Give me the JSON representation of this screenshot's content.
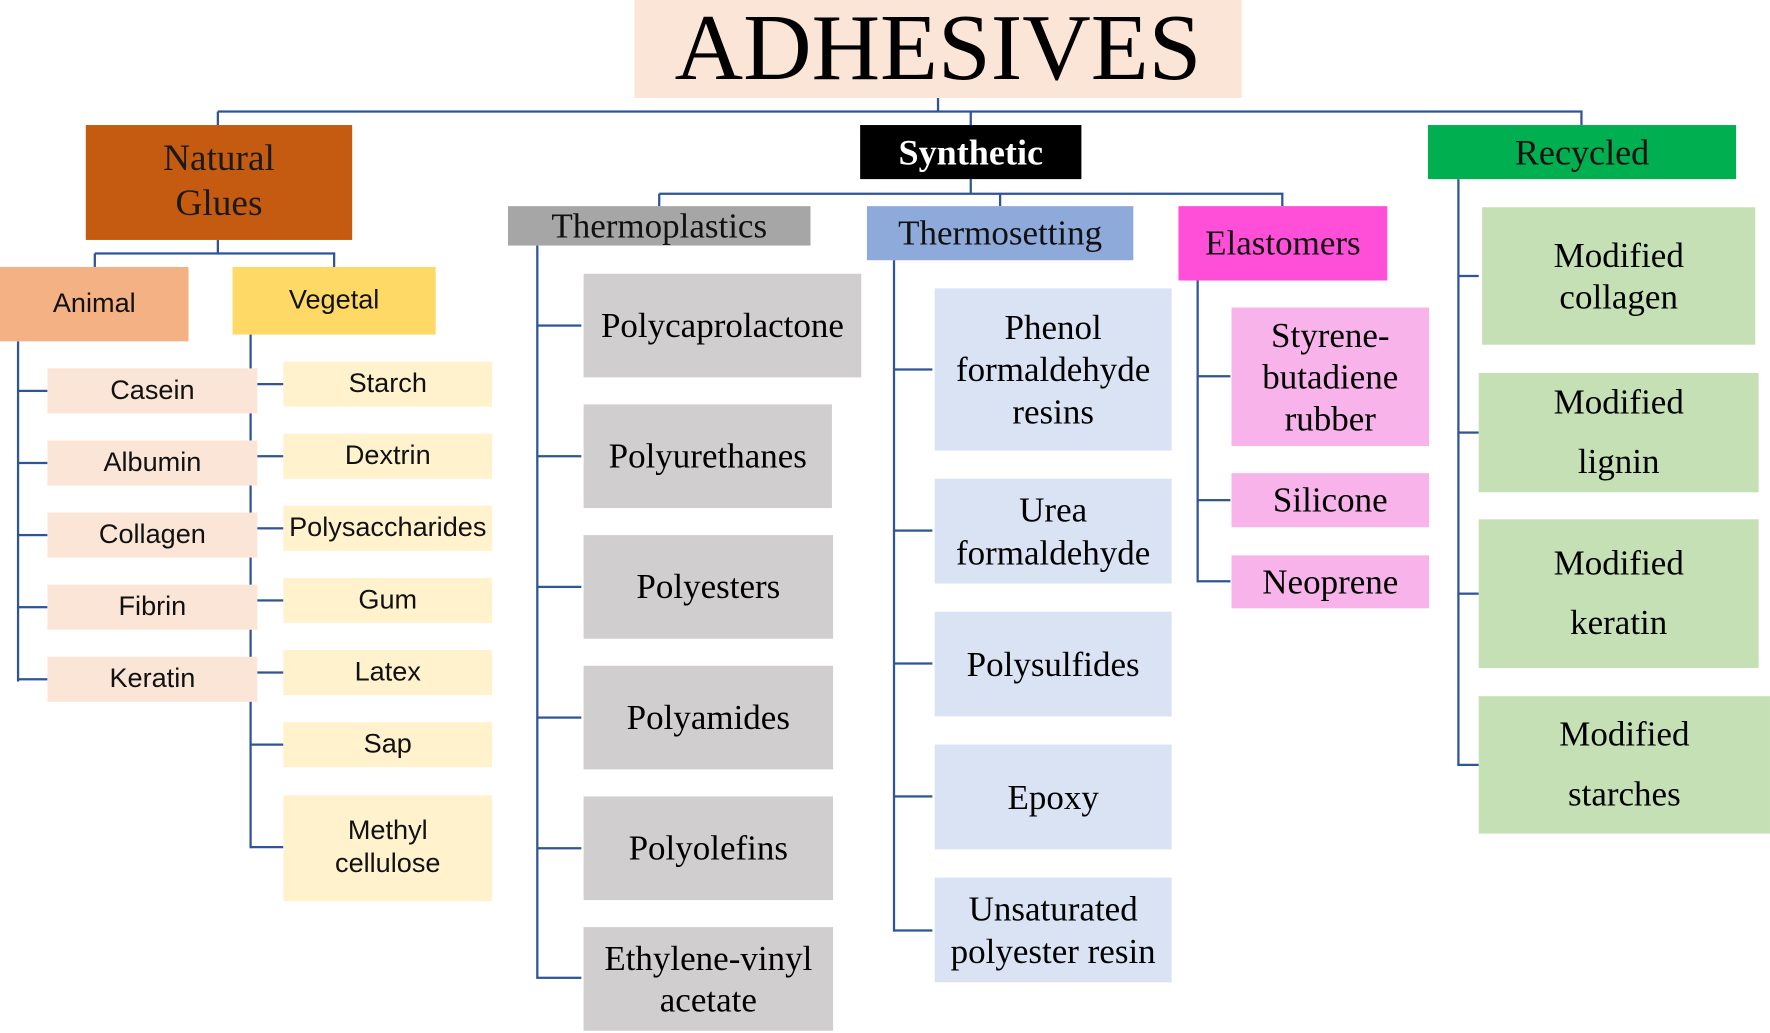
{
  "title": "ADHESIVES",
  "natural": {
    "label": "Natural Glues",
    "animal": {
      "label": "Animal",
      "items": [
        "Casein",
        "Albumin",
        "Collagen",
        "Fibrin",
        "Keratin"
      ]
    },
    "vegetal": {
      "label": "Vegetal",
      "items": [
        "Starch",
        "Dextrin",
        "Polysaccharides",
        "Gum",
        "Latex",
        "Sap",
        "Methyl cellulose"
      ]
    }
  },
  "synthetic": {
    "label": "Synthetic",
    "thermoplastics": {
      "label": "Thermoplastics",
      "items": [
        "Polycaprolactone",
        "Polyurethanes",
        "Polyesters",
        "Polyamides",
        "Polyolefins",
        "Ethylene-vinyl acetate"
      ]
    },
    "thermosetting": {
      "label": "Thermosetting",
      "items": [
        "Phenol formaldehyde resins",
        "Urea formaldehyde",
        "Polysulfides",
        "Epoxy",
        "Unsaturated polyester resin"
      ]
    },
    "elastomers": {
      "label": "Elastomers",
      "items": [
        "Styrene-butadiene rubber",
        "Silicone",
        "Neoprene"
      ]
    }
  },
  "recycled": {
    "label": "Recycled",
    "items": [
      "Modified collagen",
      "Modified lignin",
      "Modified keratin",
      "Modified starches"
    ]
  },
  "colors": {
    "line": "#2f5597",
    "natural": "#c55a11",
    "synthetic": "#000000",
    "recycled": "#00b050"
  }
}
